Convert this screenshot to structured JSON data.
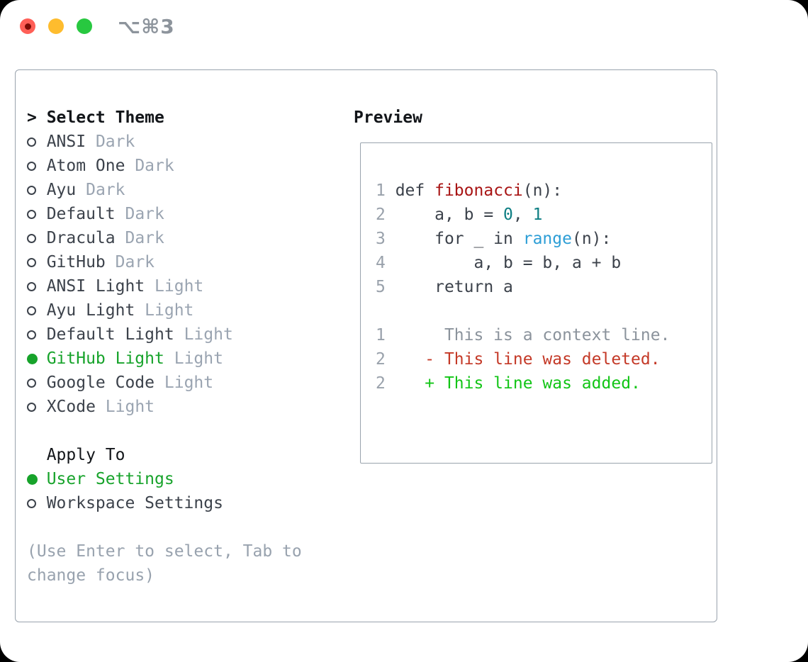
{
  "window": {
    "title": "⌥⌘3"
  },
  "theme_list": {
    "prompt": ">",
    "header": "Select Theme",
    "items": [
      {
        "name": "ANSI",
        "variant": "Dark",
        "selected": false
      },
      {
        "name": "Atom One",
        "variant": "Dark",
        "selected": false
      },
      {
        "name": "Ayu",
        "variant": "Dark",
        "selected": false
      },
      {
        "name": "Default",
        "variant": "Dark",
        "selected": false
      },
      {
        "name": "Dracula",
        "variant": "Dark",
        "selected": false
      },
      {
        "name": "GitHub",
        "variant": "Dark",
        "selected": false
      },
      {
        "name": "ANSI Light",
        "variant": "Light",
        "selected": false
      },
      {
        "name": "Ayu Light",
        "variant": "Light",
        "selected": false
      },
      {
        "name": "Default Light",
        "variant": "Light",
        "selected": false
      },
      {
        "name": "GitHub Light",
        "variant": "Light",
        "selected": true
      },
      {
        "name": "Google Code",
        "variant": "Light",
        "selected": false
      },
      {
        "name": "XCode",
        "variant": "Light",
        "selected": false
      }
    ]
  },
  "apply_to": {
    "header": "Apply To",
    "options": [
      {
        "name": "User Settings",
        "selected": true
      },
      {
        "name": "Workspace Settings",
        "selected": false
      }
    ]
  },
  "hints": {
    "line1": "(Use Enter to select, Tab to",
    "line2": "change focus)"
  },
  "preview": {
    "header": "Preview",
    "lines": [
      {
        "num": "1",
        "tokens": [
          {
            "text": " def ",
            "style": "code"
          },
          {
            "text": "fibonacci",
            "style": "function"
          },
          {
            "text": "(n):",
            "style": "code"
          }
        ]
      },
      {
        "num": "2",
        "tokens": [
          {
            "text": "     a, b = ",
            "style": "code"
          },
          {
            "text": "0",
            "style": "number"
          },
          {
            "text": ", ",
            "style": "code"
          },
          {
            "text": "1",
            "style": "number"
          }
        ]
      },
      {
        "num": "3",
        "tokens": [
          {
            "text": "     for _ in ",
            "style": "code"
          },
          {
            "text": "range",
            "style": "builtin"
          },
          {
            "text": "(n):",
            "style": "code"
          }
        ]
      },
      {
        "num": "4",
        "tokens": [
          {
            "text": "         a, b = b, a + b",
            "style": "code"
          }
        ]
      },
      {
        "num": "5",
        "tokens": [
          {
            "text": "     return a",
            "style": "code"
          }
        ]
      },
      {
        "num": "",
        "tokens": []
      },
      {
        "num": "1",
        "tokens": [
          {
            "text": "      This is a context line.",
            "style": "context"
          }
        ]
      },
      {
        "num": "2",
        "tokens": [
          {
            "text": "    - This line was deleted.",
            "style": "deleted"
          }
        ]
      },
      {
        "num": "2",
        "tokens": [
          {
            "text": "    + This line was added.",
            "style": "added"
          }
        ]
      }
    ]
  },
  "colors": {
    "selected_green": "#17a32b",
    "text_dark": "#3c424b",
    "header_black": "#121519",
    "tag_gray": "#9aa4b1",
    "hint_gray": "#98a2ae",
    "lineno_gray": "#99a1ab",
    "context_gray": "#8b939c",
    "function_red": "#a81414",
    "number_teal": "#0d7e83",
    "builtin_blue": "#2d9ed6",
    "deleted_red": "#c43927",
    "added_green": "#12c516",
    "panel_border": "#99a3ad",
    "title_gray": "#8d949c",
    "traffic_red": "#ff5f57",
    "traffic_yellow": "#febc2e",
    "traffic_green": "#28c840"
  }
}
